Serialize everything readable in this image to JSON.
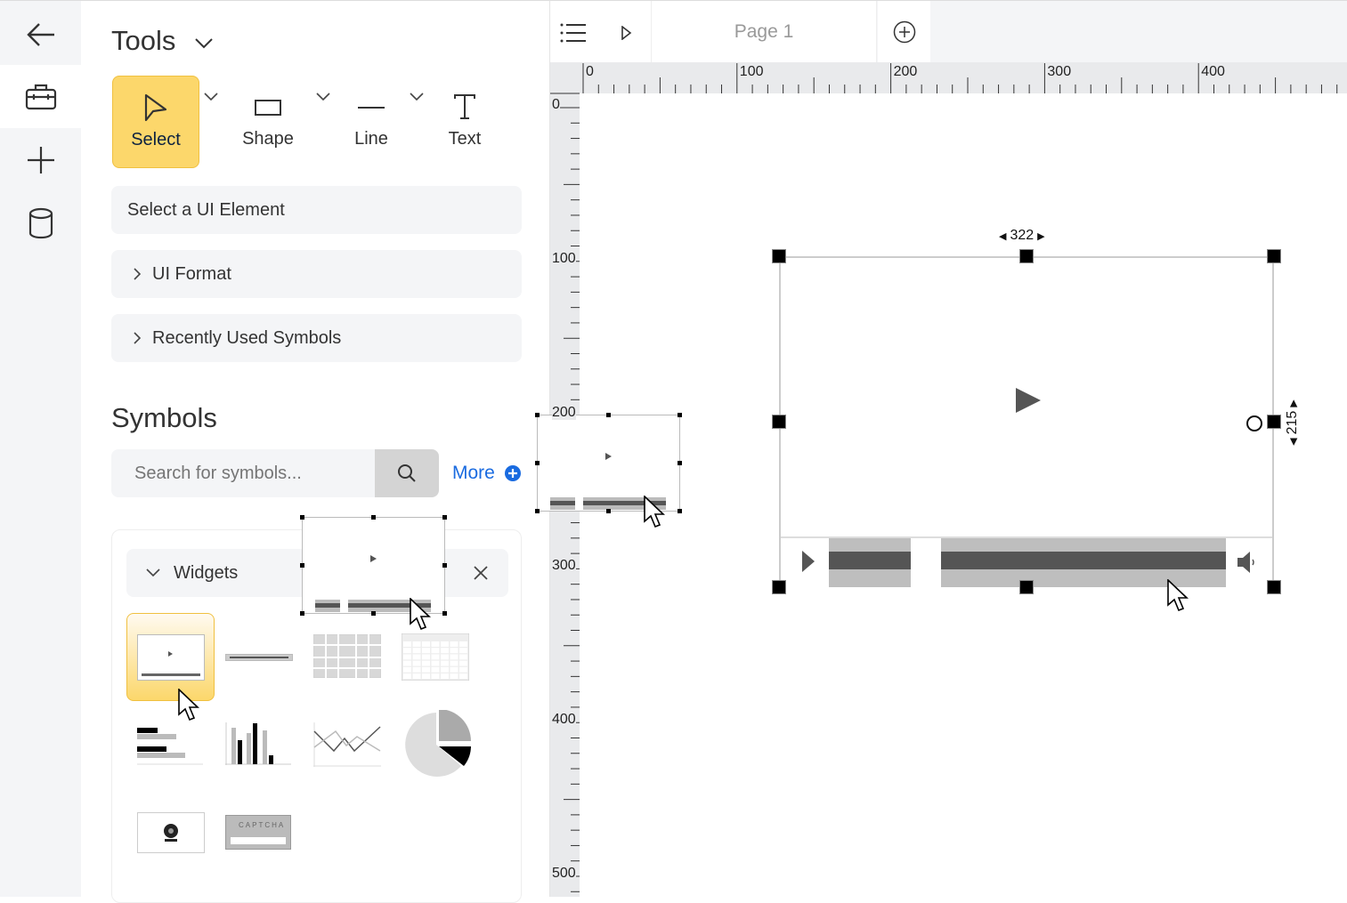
{
  "rail": {
    "items": [
      {
        "icon": "back-arrow-icon"
      },
      {
        "icon": "toolbox-icon",
        "active": true
      },
      {
        "icon": "plus-icon"
      },
      {
        "icon": "database-icon"
      }
    ]
  },
  "tools": {
    "title": "Tools",
    "items": [
      {
        "label": "Select",
        "active": true
      },
      {
        "label": "Shape"
      },
      {
        "label": "Line"
      },
      {
        "label": "Text"
      }
    ]
  },
  "sections": {
    "select_element": "Select a UI Element",
    "ui_format": "UI Format",
    "recent": "Recently Used Symbols"
  },
  "symbols": {
    "title": "Symbols",
    "search_placeholder": "Search for symbols...",
    "more_label": "More",
    "group": "Widgets",
    "items": [
      "video-player",
      "audio-player",
      "map",
      "calendar",
      "bar-chart-horizontal",
      "bar-chart-vertical",
      "line-chart",
      "pie-chart",
      "webcam",
      "captcha"
    ]
  },
  "topbar": {
    "page_tab": "Page 1"
  },
  "ruler": {
    "h_labels": [
      "0",
      "100",
      "200",
      "300",
      "400"
    ],
    "v_labels": [
      "0",
      "100",
      "200",
      "300",
      "400",
      "500"
    ]
  },
  "selection": {
    "width": "322",
    "height": "215"
  },
  "colors": {
    "accent": "#fcd76b",
    "link": "#1a6be0",
    "rail_bg": "#f4f5f7"
  }
}
